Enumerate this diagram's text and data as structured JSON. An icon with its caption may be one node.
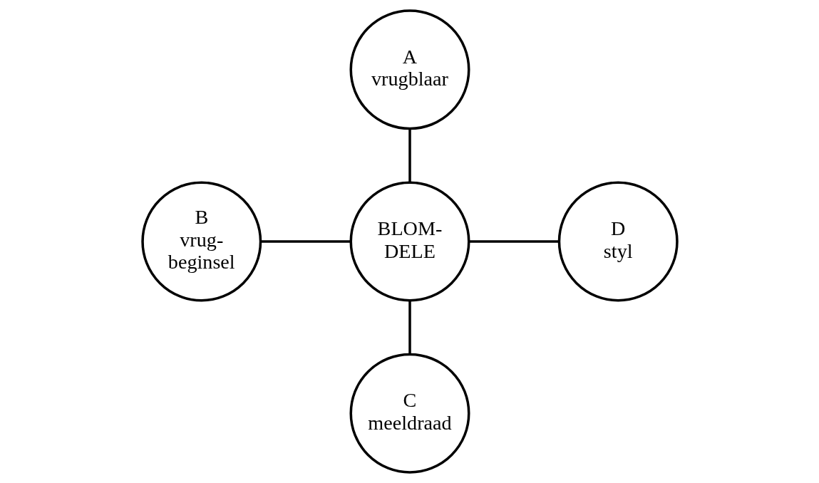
{
  "diagram": {
    "nodes": [
      {
        "text": [
          "A",
          "vrugblaar"
        ]
      },
      {
        "text": [
          "B",
          "vrug- beginsel"
        ]
      },
      {
        "text": [
          "BLOM- DELE"
        ]
      },
      {
        "text": [
          "D",
          "styl"
        ]
      },
      {
        "text": [
          "C",
          "meeldraad"
        ]
      }
    ],
    "edges": [
      {
        "from": 0,
        "to": 2,
        "arrow": "none"
      },
      {
        "from": 1,
        "to": 2,
        "arrow": "none"
      },
      {
        "from": 2,
        "to": 3,
        "arrow": "none"
      },
      {
        "from": 2,
        "to": 4,
        "arrow": "none"
      }
    ]
  }
}
